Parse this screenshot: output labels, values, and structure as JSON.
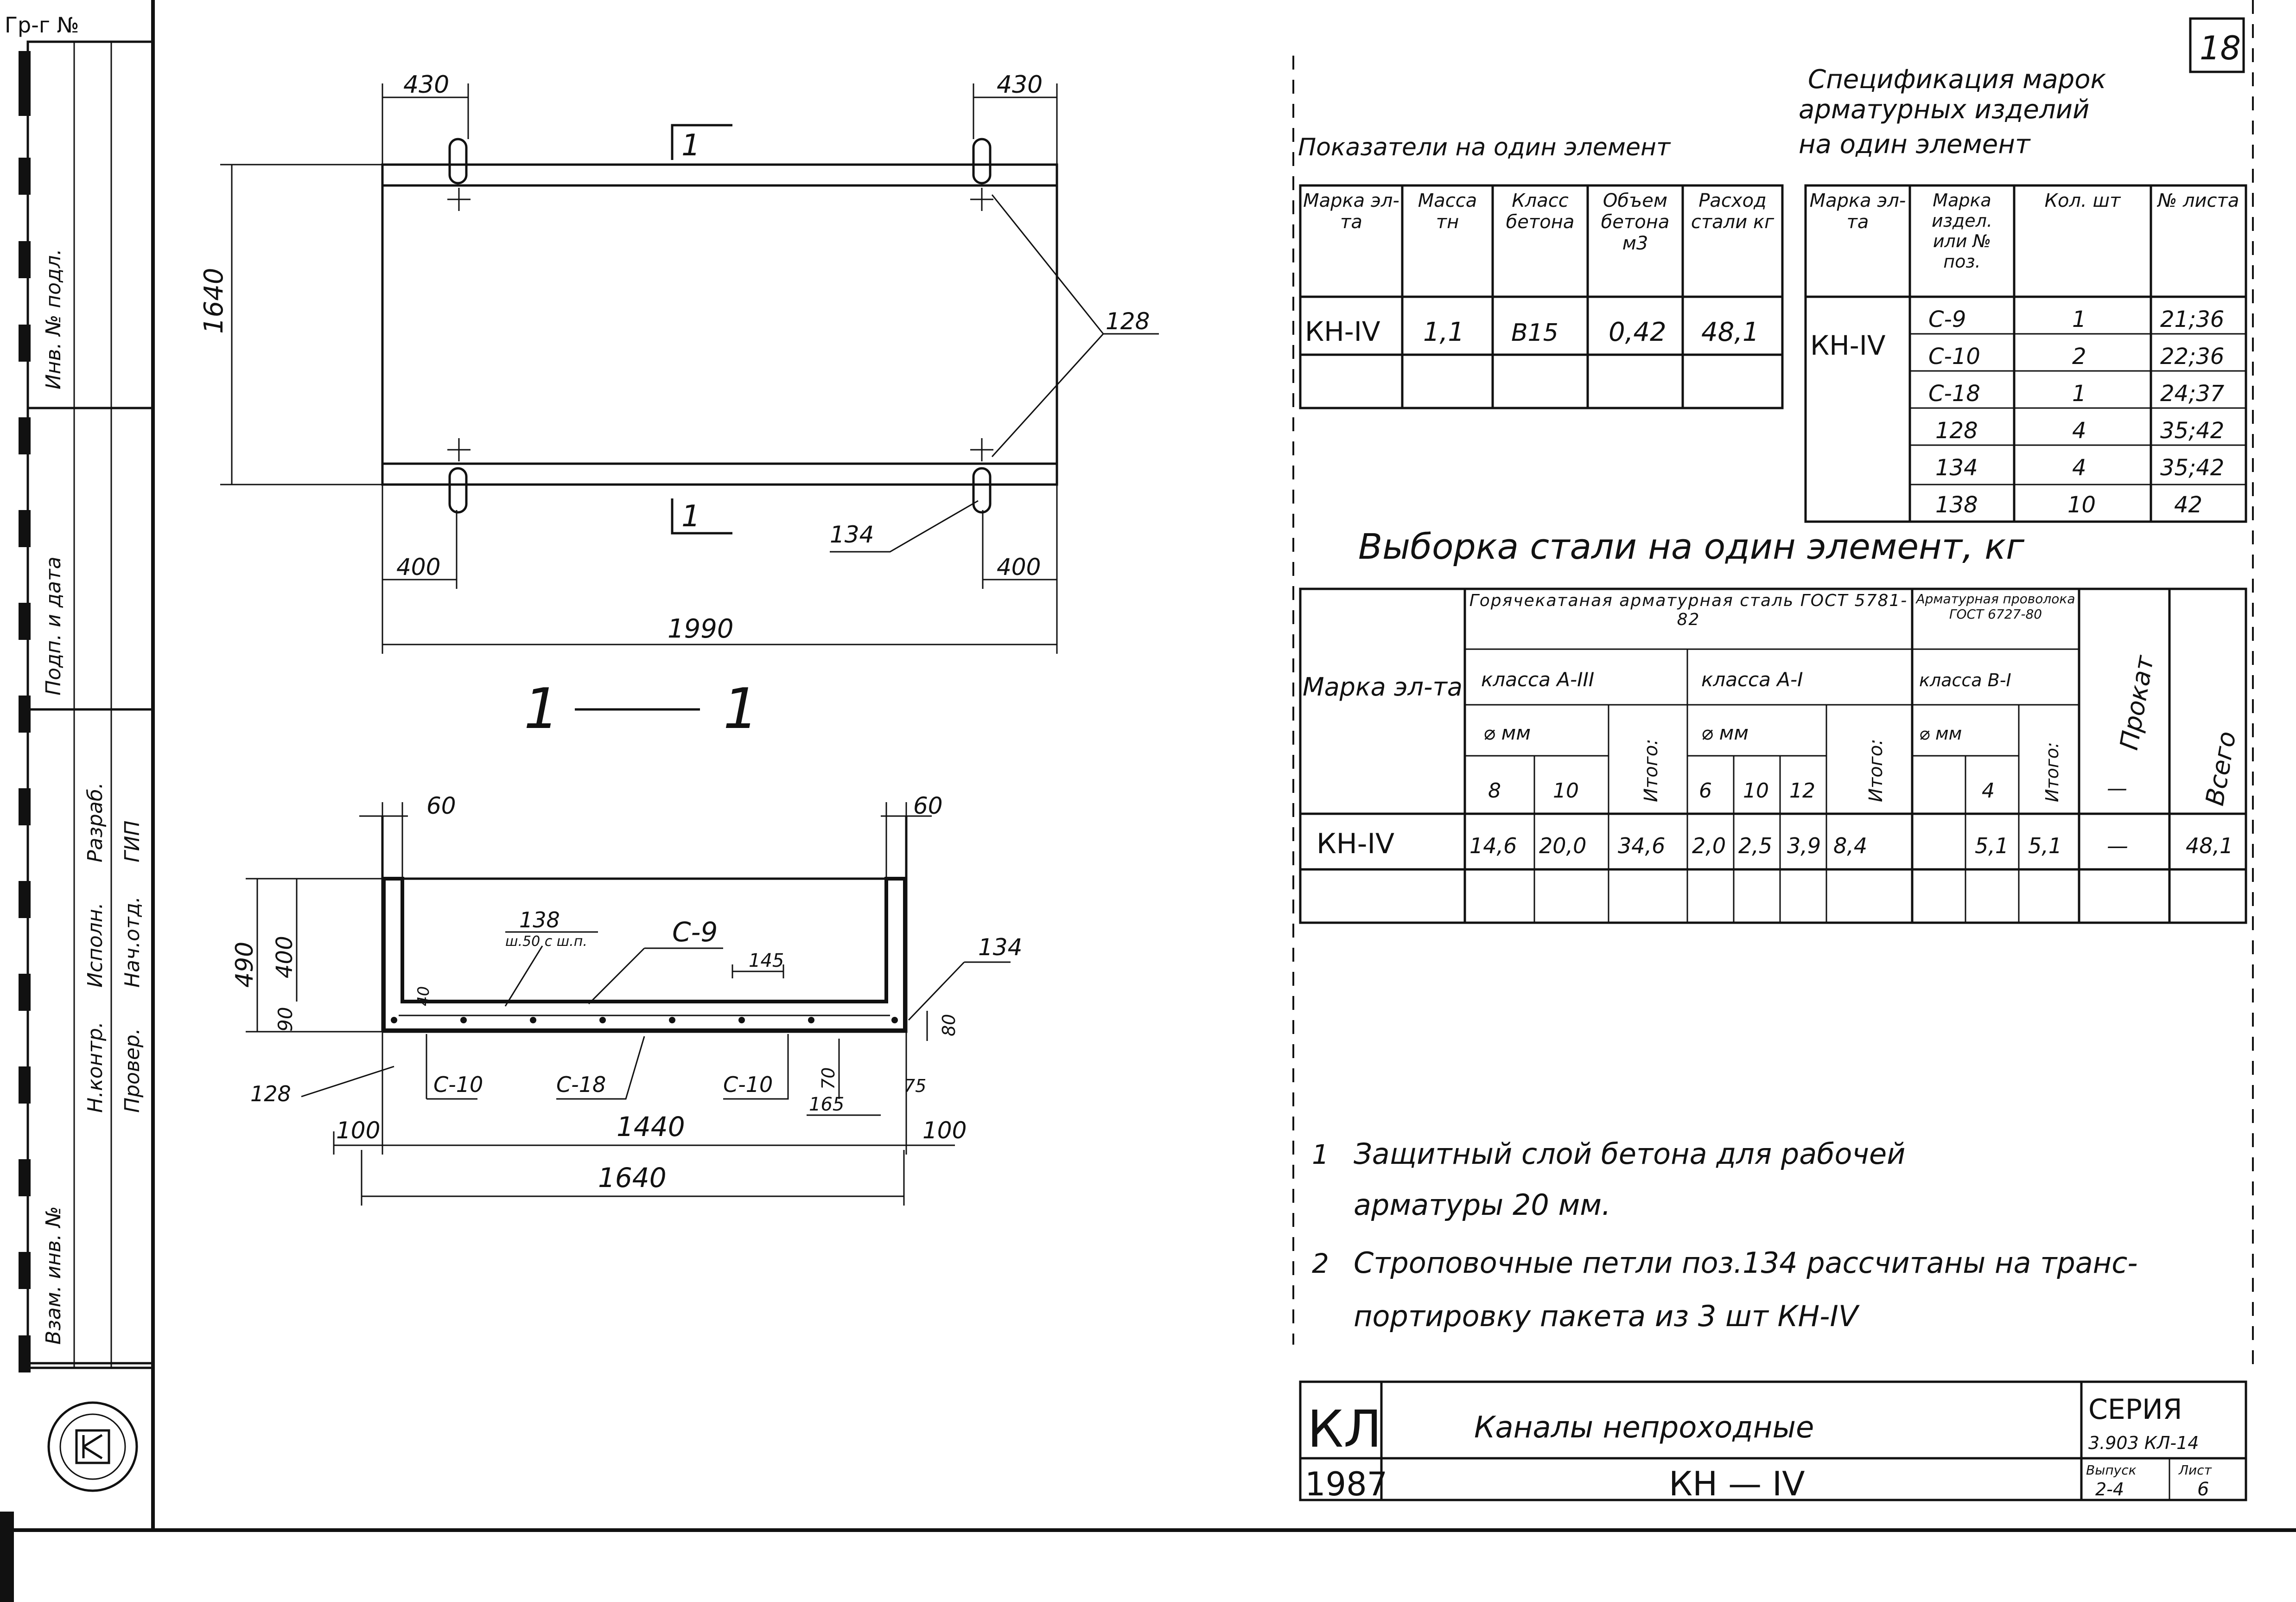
{
  "sheet": {
    "page_number": "18",
    "corner_label": "Гр-г №",
    "left_strip": {
      "vertical_labels": [
        "Инв. № подл.",
        "Подп. и дата",
        "Взам. инв. №"
      ],
      "approval_rows": [
        "Н.контр.",
        "Исполн.",
        "Разраб.",
        "Провер.",
        "Нач.отд.",
        "ГИП"
      ]
    }
  },
  "plan_view": {
    "dim_top_left": "430",
    "dim_top_right": "430",
    "dim_height": "1640",
    "dim_bottom_left": "400",
    "dim_bottom_right": "400",
    "dim_length": "1990",
    "section_mark_top": "1",
    "section_mark_bottom": "1",
    "callout_128": "128",
    "callout_134": "134"
  },
  "section_view": {
    "title_left": "1",
    "title_right": "1",
    "dim_left_60": "60",
    "dim_right_60": "60",
    "dim_490": "490",
    "dim_400": "400",
    "dim_40": "40",
    "dim_90": "90",
    "label_138": "138",
    "label_138_sub": "ш.50 с ш.п.",
    "label_c9": "С-9",
    "label_145": "145",
    "label_134": "134",
    "label_80": "80",
    "label_70": "70",
    "label_128": "128",
    "label_c10_left": "С-10",
    "label_c18": "С-18",
    "label_c10_right": "С-10",
    "label_165": "165",
    "label_75": "75",
    "dim_100_left": "100",
    "dim_1440": "1440",
    "dim_100_right": "100",
    "dim_1640": "1640"
  },
  "indicators": {
    "title": "Показатели на один элемент",
    "headers": [
      "Марка эл-та",
      "Масса тн",
      "Класс бетона",
      "Объем бетона м3",
      "Расход стали кг"
    ],
    "rows": [
      [
        "КН-IV",
        "1,1",
        "В15",
        "0,42",
        "48,1"
      ]
    ]
  },
  "specification": {
    "title_line1": "Спецификация марок",
    "title_line2": "арматурных изделий",
    "title_line3": "на один элемент",
    "headers": [
      "Марка эл-та",
      "Марка издел. или № поз.",
      "Кол. шт",
      "№ листа"
    ],
    "element": "КН-IV",
    "rows": [
      [
        "С-9",
        "1",
        "21;36"
      ],
      [
        "С-10",
        "2",
        "22;36"
      ],
      [
        "С-18",
        "1",
        "24;37"
      ],
      [
        "128",
        "4",
        "35;42"
      ],
      [
        "134",
        "4",
        "35;42"
      ],
      [
        "138",
        "10",
        "42"
      ]
    ]
  },
  "steel": {
    "title": "Выборка стали на один элемент, кг",
    "header_mark": "Марка эл-та",
    "group_hot_rolled": "Горячекатаная арматурная сталь ГОСТ 5781-82",
    "group_wire": "Арматурная проволока ГОСТ 6727-80",
    "class_a3": "класса А-III",
    "class_a1": "класса А-I",
    "class_b1": "класса В-I",
    "diam_mm": "⌀ мм",
    "itogo": "Итого:",
    "prokat": "Прокат",
    "vsego": "Всего",
    "diam_a3": [
      "8",
      "10"
    ],
    "diam_a1": [
      "6",
      "10",
      "12"
    ],
    "diam_b1": [
      "4"
    ],
    "dash": "—",
    "row": {
      "mark": "КН-IV",
      "a3_8": "14,6",
      "a3_10": "20,0",
      "a3_total": "34,6",
      "a1_6": "2,0",
      "a1_10": "2,5",
      "a1_12": "3,9",
      "a1_total": "8,4",
      "b1_empty": "",
      "b1_4": "5,1",
      "b1_total": "5,1",
      "prokat": "—",
      "total": "48,1"
    }
  },
  "notes": [
    {
      "num": "1",
      "line1": "Защитный слой бетона для рабочей",
      "line2": "арматуры 20 мм."
    },
    {
      "num": "2",
      "line1": "Строповочные петли поз.134 рассчитаны на транс-",
      "line2": "портировку пакета из 3 шт КН-IV"
    }
  ],
  "title_block": {
    "logo_letters": "КЛ",
    "year": "1987",
    "name": "Каналы непроходные",
    "series_label": "СЕРИЯ",
    "series_value": "3.903 КЛ-14",
    "element": "КН — IV",
    "issue_label": "Выпуск",
    "issue_value": "2-4",
    "sheet_label": "Лист",
    "sheet_value": "6"
  }
}
